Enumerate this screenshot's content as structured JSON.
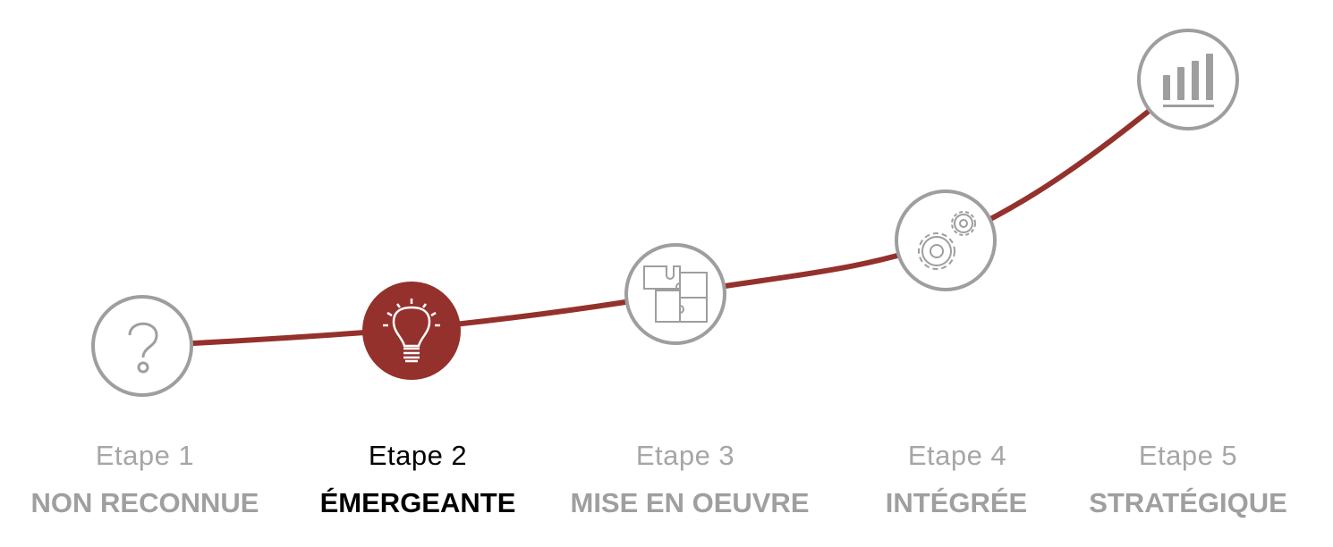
{
  "colors": {
    "accent": "#94312c",
    "gray": "#9e9e9e"
  },
  "active_step": 2,
  "steps": [
    {
      "etape": "Etape 1",
      "title": "NON RECONNUE",
      "icon": "question-icon"
    },
    {
      "etape": "Etape 2",
      "title": "ÉMERGEANTE",
      "icon": "lightbulb-icon"
    },
    {
      "etape": "Etape 3",
      "title": "MISE EN OEUVRE",
      "icon": "puzzle-icon"
    },
    {
      "etape": "Etape 4",
      "title": "INTÉGRÉE",
      "icon": "gears-icon"
    },
    {
      "etape": "Etape 5",
      "title": "STRATÉGIQUE",
      "icon": "bar-chart-icon"
    }
  ]
}
